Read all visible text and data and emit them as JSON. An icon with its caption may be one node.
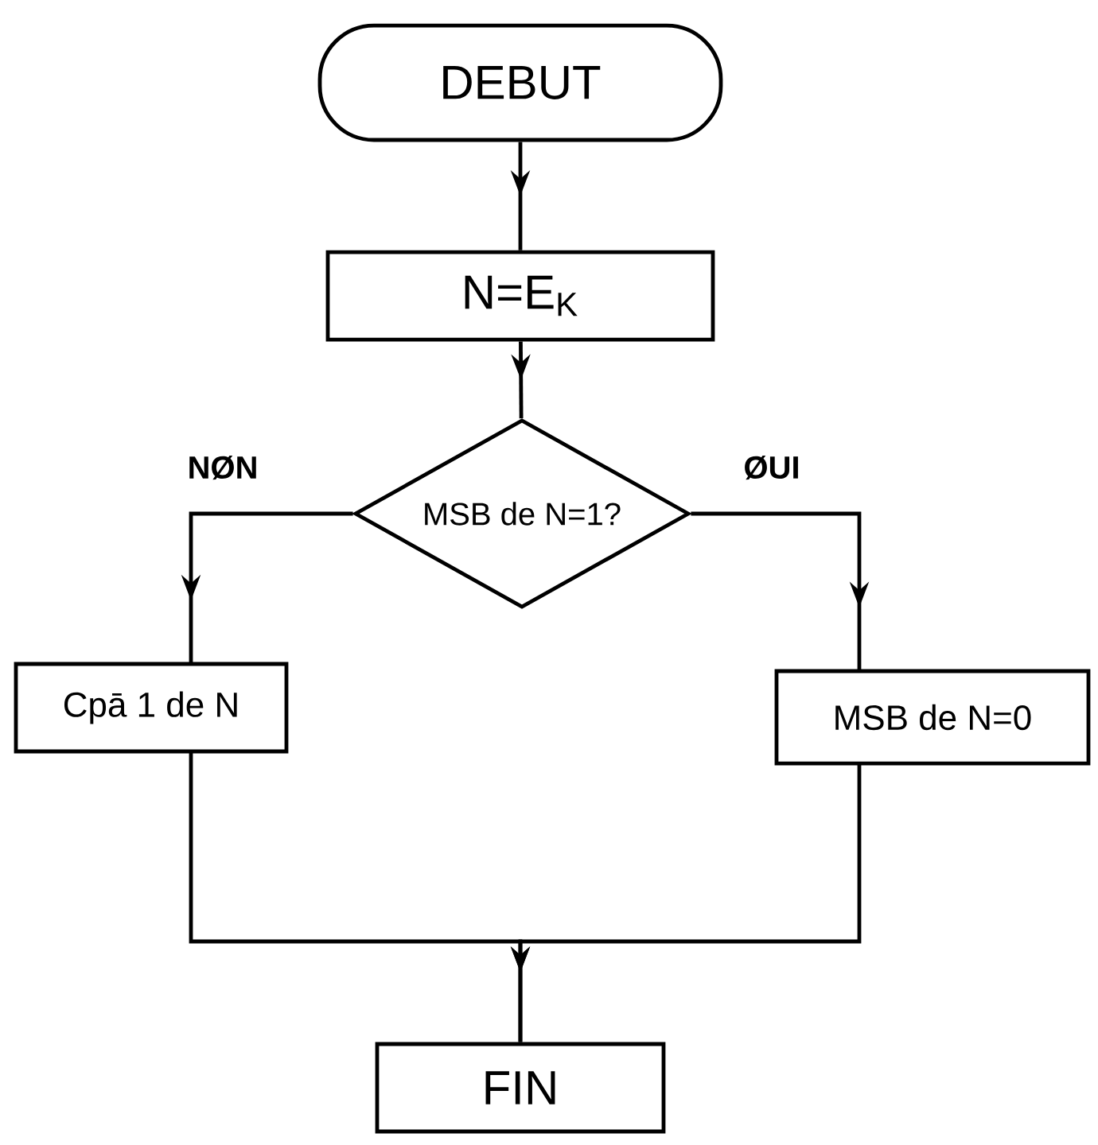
{
  "diagram": {
    "nodes": [
      {
        "text": [
          "DEBUT"
        ]
      },
      {
        "text": [
          "N=E$_{K}$"
        ]
      },
      {
        "text": [
          "MSB de N=1?"
        ]
      },
      {
        "text": [
          "Cpā 1 de N"
        ]
      },
      {
        "text": [
          "MSB de N=0"
        ]
      },
      {
        "text": [
          "FIN"
        ]
      }
    ],
    "edges": [
      {
        "from": 0,
        "to": 1,
        "arrow": "to"
      },
      {
        "from": 1,
        "to": 2,
        "arrow": "to"
      },
      {
        "from": 2,
        "to": 3,
        "arrow": "to",
        "label": "NØN"
      },
      {
        "from": 2,
        "to": 4,
        "arrow": "to",
        "label": "ØUI"
      },
      {
        "from": 3,
        "to": 5,
        "arrow": "to"
      },
      {
        "from": 4,
        "to": 5,
        "arrow": "to"
      }
    ]
  }
}
